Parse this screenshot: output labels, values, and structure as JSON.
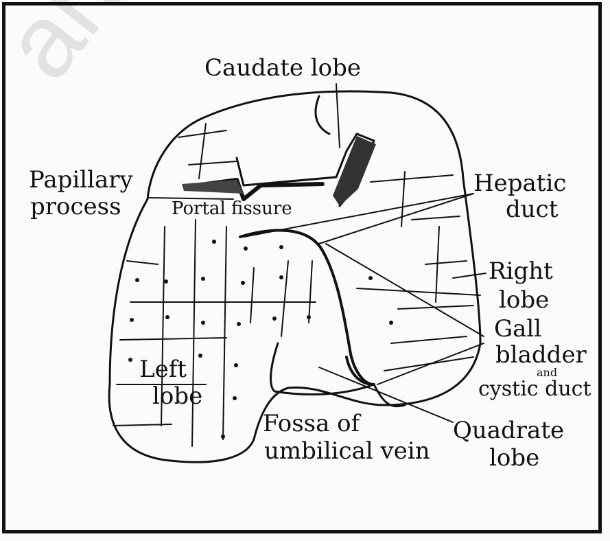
{
  "labels": {
    "caudate_lobe": "Caudate lobe",
    "papillary_process": "Papillary",
    "papillary_process_2": "process",
    "portal_fissure": "Portal fissure",
    "hepatic_duct_1": "Hepatic",
    "hepatic_duct_2": "duct",
    "right_lobe_1": "Right",
    "right_lobe_2": "lobe",
    "gall_bladder_1": "Gall",
    "gall_bladder_2": "bladder",
    "gall_bladder_3": "and",
    "gall_bladder_4": "cystic duct",
    "left_lobe_1": "Left",
    "left_lobe_2": "lobe",
    "fossa_1": "Fossa of",
    "fossa_2": "umbilical vein",
    "quadrate_1": "Quadrate",
    "quadrate_2": "lobe"
  },
  "watermark": "arsi",
  "colors": {
    "ink": "#111111",
    "shade": "#555555"
  }
}
